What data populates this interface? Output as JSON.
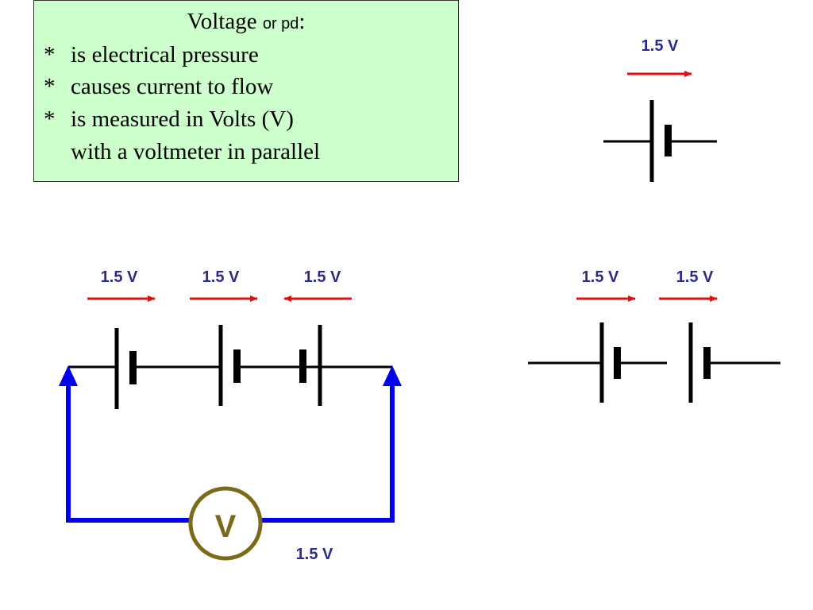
{
  "info": {
    "title_main": "Voltage ",
    "title_small": "or pd",
    "title_colon": ":",
    "lines": [
      {
        "bullet": "*",
        "text": "is electrical pressure"
      },
      {
        "bullet": "*",
        "text": "causes current to flow"
      },
      {
        "bullet": "*",
        "text": "is measured in Volts (V)"
      },
      {
        "bullet": "",
        "text": "with a voltmeter in parallel"
      }
    ]
  },
  "labels": {
    "single_cell": "1.5 V",
    "series_cell_1": "1.5 V",
    "series_cell_2": "1.5 V",
    "series_cell_3": "1.5 V",
    "pair_cell_1": "1.5 V",
    "pair_cell_2": "1.5 V",
    "voltmeter_reading": "1.5 V"
  },
  "voltmeter": {
    "symbol": "V"
  },
  "colors": {
    "box_background": "#ccffcc",
    "arrow_red": "#dd1111",
    "label_blue": "#2a2a8c",
    "circuit_blue": "#0000ee",
    "meter_olive": "#7a6a1a",
    "wire_black": "#000000"
  }
}
